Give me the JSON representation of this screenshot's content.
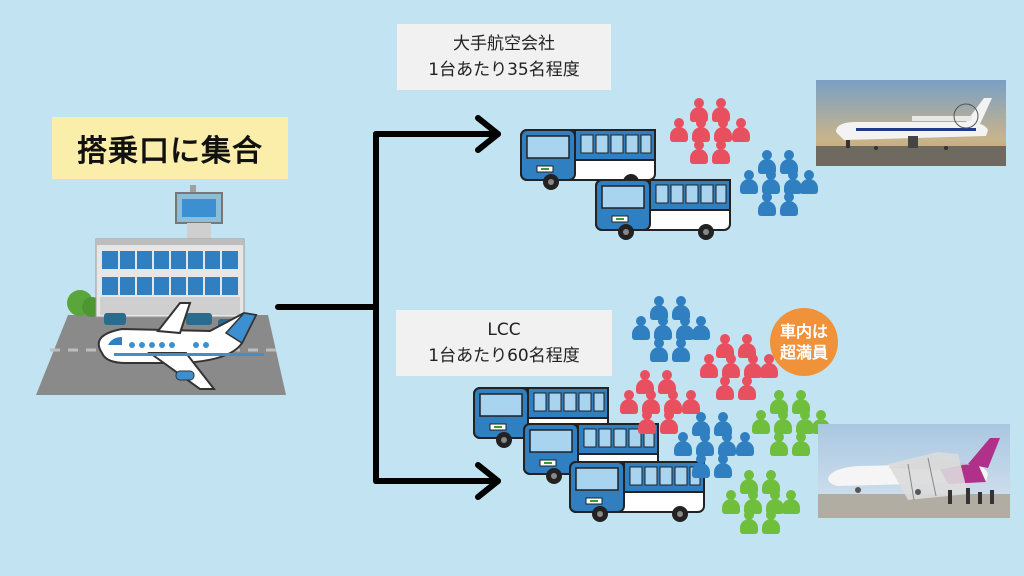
{
  "title": "搭乗口に集合",
  "major": {
    "line1": "大手航空会社",
    "line2": "1台あたり35名程度"
  },
  "lcc": {
    "line1": "LCC",
    "line2": "1台あたり60名程度"
  },
  "badge": {
    "line1": "車内は",
    "line2": "超満員"
  },
  "colors": {
    "background": "#c2e3f2",
    "red": "#e9505f",
    "blue": "#2f7fc1",
    "green": "#6fbf3c",
    "orange": "#f0923a"
  }
}
